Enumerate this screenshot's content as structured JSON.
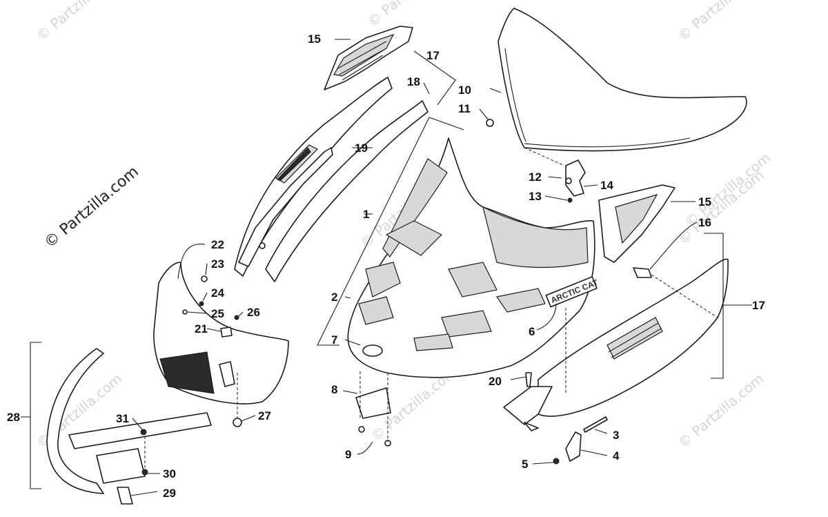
{
  "watermark": {
    "small": "© Partzilla.com",
    "large": "© Partzilla.com"
  },
  "hood_logo": "ARCTIC CAT",
  "callouts": {
    "c1": "1",
    "c2": "2",
    "c3": "3",
    "c4": "4",
    "c5": "5",
    "c6": "6",
    "c7": "7",
    "c8": "8",
    "c9": "9",
    "c10": "10",
    "c11": "11",
    "c12": "12",
    "c13": "13",
    "c14": "14",
    "c15a": "15",
    "c15b": "15",
    "c16": "16",
    "c17a": "17",
    "c17b": "17",
    "c18": "18",
    "c19": "19",
    "c20": "20",
    "c21": "21",
    "c22": "22",
    "c23": "23",
    "c24": "24",
    "c25": "25",
    "c26": "26",
    "c27": "27",
    "c28": "28",
    "c29": "29",
    "c30": "30",
    "c31": "31"
  }
}
